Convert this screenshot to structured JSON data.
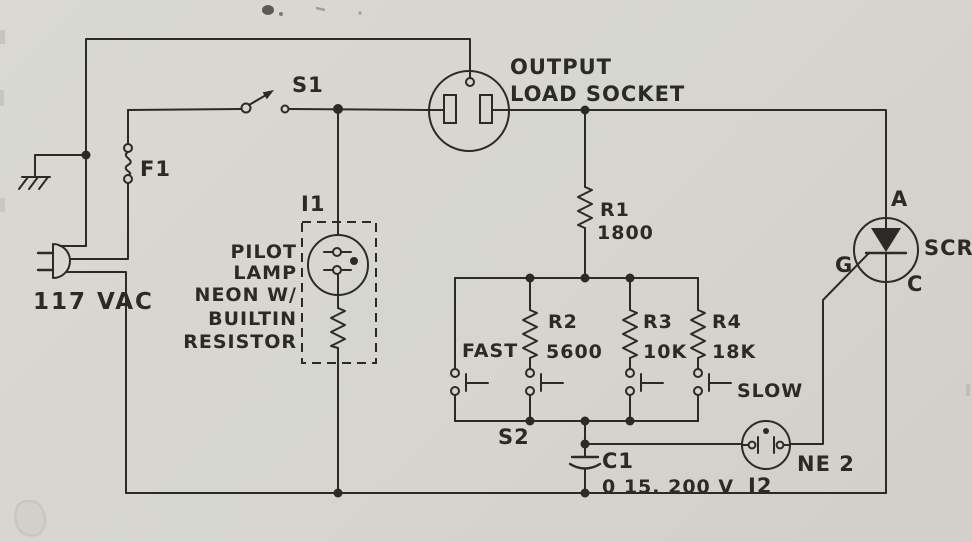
{
  "colors": {
    "paper": "#d6d5cf",
    "ink": "#2b2a26"
  },
  "power": {
    "source_label": "117 VAC",
    "fuse_label": "F1",
    "switch_label": "S1"
  },
  "pilot": {
    "designator": "I1",
    "lines": [
      "PILOT",
      "LAMP",
      "NEON W/",
      "BUILTIN",
      "RESISTOR"
    ]
  },
  "socket": {
    "label_line1": "OUTPUT",
    "label_line2": "LOAD SOCKET"
  },
  "resistors": {
    "r1": {
      "name": "R1",
      "value": "1800"
    },
    "r2": {
      "name": "R2",
      "value": "5600"
    },
    "r3": {
      "name": "R3",
      "value": "10K"
    },
    "r4": {
      "name": "R4",
      "value": "18K"
    }
  },
  "speed_switch": {
    "designator": "S2",
    "fast_label": "FAST",
    "slow_label": "SLOW"
  },
  "capacitor": {
    "name": "C1",
    "value": "0 15. 200 V"
  },
  "neon": {
    "name": "NE 2",
    "designator": "I2"
  },
  "scr": {
    "name": "SCR",
    "anode": "A",
    "gate": "G",
    "cathode": "C"
  }
}
